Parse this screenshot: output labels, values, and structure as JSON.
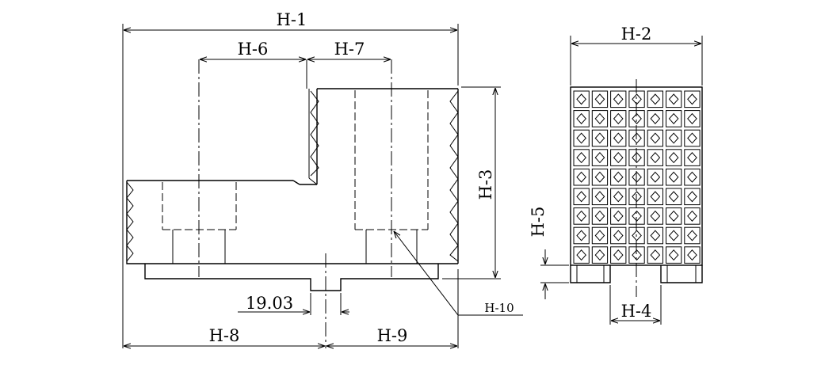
{
  "dimensions": {
    "h1": "H-1",
    "h2": "H-2",
    "h3": "H-3",
    "h4": "H-4",
    "h5": "H-5",
    "h6": "H-6",
    "h7": "H-7",
    "h8": "H-8",
    "h9": "H-9",
    "h10": "H-10",
    "offset_value": "19.03"
  }
}
